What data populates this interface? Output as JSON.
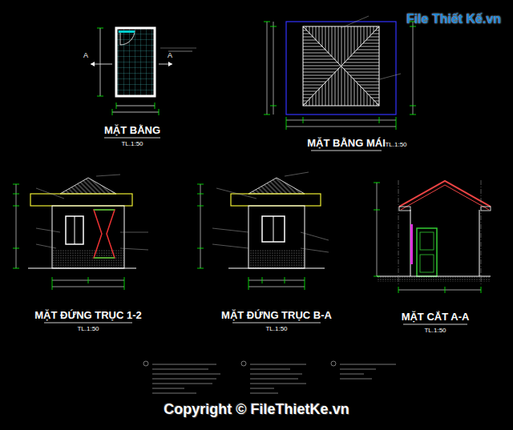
{
  "diagram": {
    "labels": [
      "MẶT BẰNG",
      "TL.1:50",
      "MẶT BẰNG MÁI",
      "TL.1:50",
      "MẶT ĐỨNG TRỤC 1-2",
      "TL.1:50",
      "MẶT ĐỨNG TRỤC B-A",
      "TL.1:50",
      "MẶT CẮT A-A",
      "TL.1:50",
      "A",
      "A",
      "Copyright © FileThietKe.vn",
      "File Thiết Kế.vn"
    ]
  }
}
